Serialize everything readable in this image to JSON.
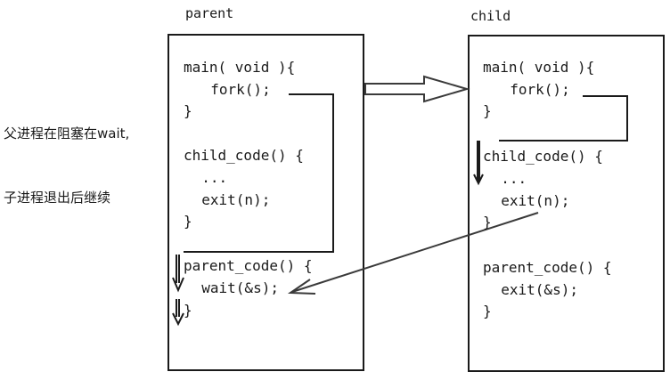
{
  "parent": {
    "title": "parent",
    "lines": [
      "main( void ){",
      "  fork();",
      "}",
      "child_code() {",
      "  ...",
      "  exit(n);",
      "}",
      "parent_code() {",
      "  wait(&s);",
      "}"
    ]
  },
  "child": {
    "title": "child",
    "lines": [
      "main( void ){",
      "  fork();",
      "}",
      "child_code() {",
      "  ...",
      "  exit(n);",
      "}",
      "parent_code() {",
      "  exit(&s);",
      "}"
    ]
  },
  "note": {
    "line1": "父进程在阻塞在wait,",
    "line2": "子进程退出后继续"
  },
  "colors": {
    "ink": "#1a1a1a",
    "arrow": "#3a3a3a"
  }
}
